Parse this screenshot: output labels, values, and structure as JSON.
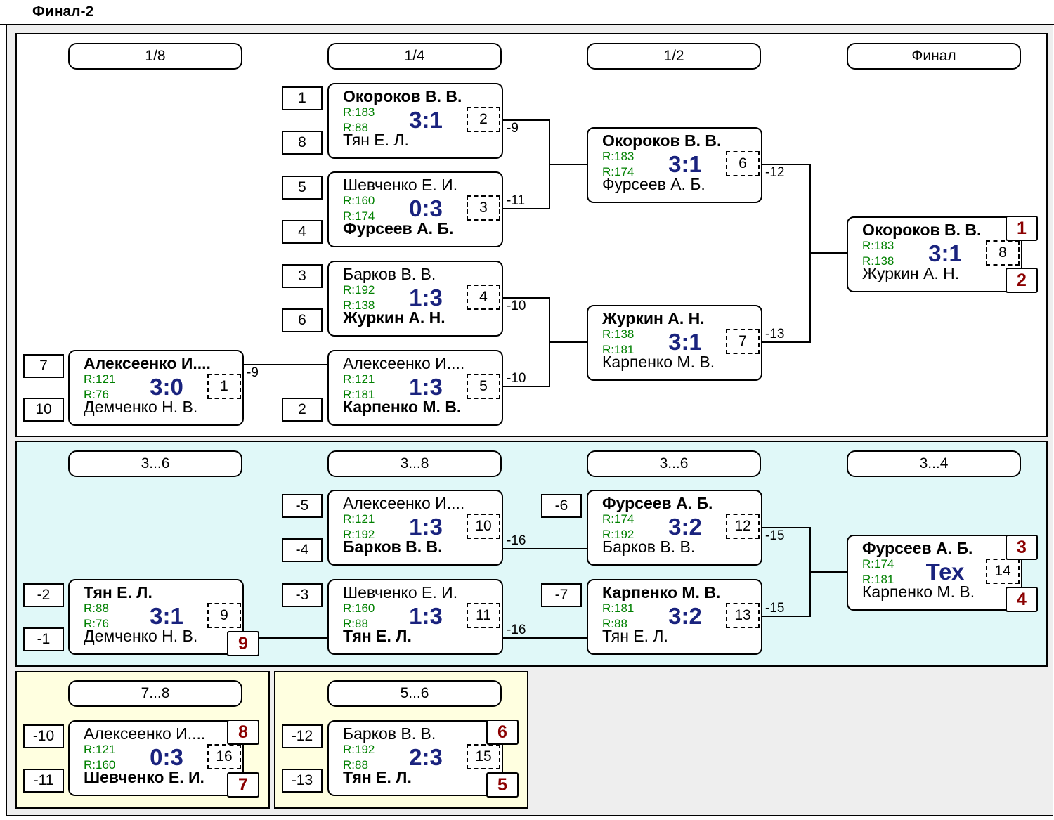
{
  "title": "Финал-2",
  "rounds": {
    "main": [
      "1/8",
      "1/4",
      "1/2",
      "Финал"
    ],
    "consolation": [
      "3...6",
      "3...8",
      "3...6",
      "3...4"
    ],
    "p78": "7...8",
    "p56": "5...6"
  },
  "matches": {
    "m1": {
      "p1": "Алексеенко И....",
      "p2": "Демченко Н. В.",
      "r1": "R:121",
      "r2": "R:76",
      "score": "3:0",
      "num": "1",
      "winner": 1
    },
    "m2": {
      "p1": "Окороков В. В.",
      "p2": "Тян Е. Л.",
      "r1": "R:183",
      "r2": "R:88",
      "score": "3:1",
      "num": "2",
      "winner": 1
    },
    "m3": {
      "p1": "Шевченко Е. И.",
      "p2": "Фурсеев А. Б.",
      "r1": "R:160",
      "r2": "R:174",
      "score": "0:3",
      "num": "3",
      "winner": 2
    },
    "m4": {
      "p1": "Барков В. В.",
      "p2": "Журкин А. Н.",
      "r1": "R:192",
      "r2": "R:138",
      "score": "1:3",
      "num": "4",
      "winner": 2
    },
    "m5": {
      "p1": "Алексеенко И....",
      "p2": "Карпенко М. В.",
      "r1": "R:121",
      "r2": "R:181",
      "score": "1:3",
      "num": "5",
      "winner": 2
    },
    "m6": {
      "p1": "Окороков В. В.",
      "p2": "Фурсеев А. Б.",
      "r1": "R:183",
      "r2": "R:174",
      "score": "3:1",
      "num": "6",
      "winner": 1
    },
    "m7": {
      "p1": "Журкин А. Н.",
      "p2": "Карпенко М. В.",
      "r1": "R:138",
      "r2": "R:181",
      "score": "3:1",
      "num": "7",
      "winner": 1
    },
    "m8": {
      "p1": "Окороков В. В.",
      "p2": "Журкин А. Н.",
      "r1": "R:183",
      "r2": "R:138",
      "score": "3:1",
      "num": "8",
      "winner": 1
    },
    "m9": {
      "p1": "Тян Е. Л.",
      "p2": "Демченко Н. В.",
      "r1": "R:88",
      "r2": "R:76",
      "score": "3:1",
      "num": "9",
      "winner": 1
    },
    "m10": {
      "p1": "Алексеенко И....",
      "p2": "Барков В. В.",
      "r1": "R:121",
      "r2": "R:192",
      "score": "1:3",
      "num": "10",
      "winner": 2
    },
    "m11": {
      "p1": "Шевченко Е. И.",
      "p2": "Тян Е. Л.",
      "r1": "R:160",
      "r2": "R:88",
      "score": "1:3",
      "num": "11",
      "winner": 2
    },
    "m12": {
      "p1": "Фурсеев А. Б.",
      "p2": "Барков В. В.",
      "r1": "R:174",
      "r2": "R:192",
      "score": "3:2",
      "num": "12",
      "winner": 1
    },
    "m13": {
      "p1": "Карпенко М. В.",
      "p2": "Тян Е. Л.",
      "r1": "R:181",
      "r2": "R:88",
      "score": "3:2",
      "num": "13",
      "winner": 1
    },
    "m14": {
      "p1": "Фурсеев А. Б.",
      "p2": "Карпенко М. В.",
      "r1": "R:174",
      "r2": "R:181",
      "score": "Тех",
      "num": "14",
      "winner": 1
    },
    "m15": {
      "p1": "Барков В. В.",
      "p2": "Тян Е. Л.",
      "r1": "R:192",
      "r2": "R:88",
      "score": "2:3",
      "num": "15",
      "winner": 2
    },
    "m16": {
      "p1": "Алексеенко И....",
      "p2": "Шевченко Е. И.",
      "r1": "R:121",
      "r2": "R:160",
      "score": "0:3",
      "num": "16",
      "winner": 2
    }
  },
  "seeds": {
    "s7": "7",
    "s10": "10",
    "s1": "1",
    "s8": "8",
    "s5": "5",
    "s4": "4",
    "s3": "3",
    "s6": "6",
    "s2": "2",
    "cm5": "-5",
    "cm4": "-4",
    "cm3": "-3",
    "cm2": "-2",
    "cm1": "-1",
    "cm6": "-6",
    "cm7": "-7",
    "cm10": "-10",
    "cm11": "-11",
    "cm12": "-12",
    "cm13": "-13"
  },
  "loser_labels": {
    "l1": "-9",
    "l2": "-9",
    "l3": "-11",
    "l4": "-10",
    "l5": "-10",
    "l6": "-12",
    "l7": "-13",
    "l10": "-16",
    "l11": "-16",
    "l12": "-15",
    "l13": "-15"
  },
  "places": {
    "pl1": "1",
    "pl2": "2",
    "pl3": "3",
    "pl4": "4",
    "pl5": "5",
    "pl6": "6",
    "pl7": "7",
    "pl8": "8",
    "pl9": "9"
  },
  "colors": {
    "panel_main": "#ffffff",
    "panel_consolation": "#e0f8f8",
    "panel_placement": "#ffffe0",
    "rating": "#008000",
    "score": "#1a237e",
    "place": "#8b0000"
  }
}
